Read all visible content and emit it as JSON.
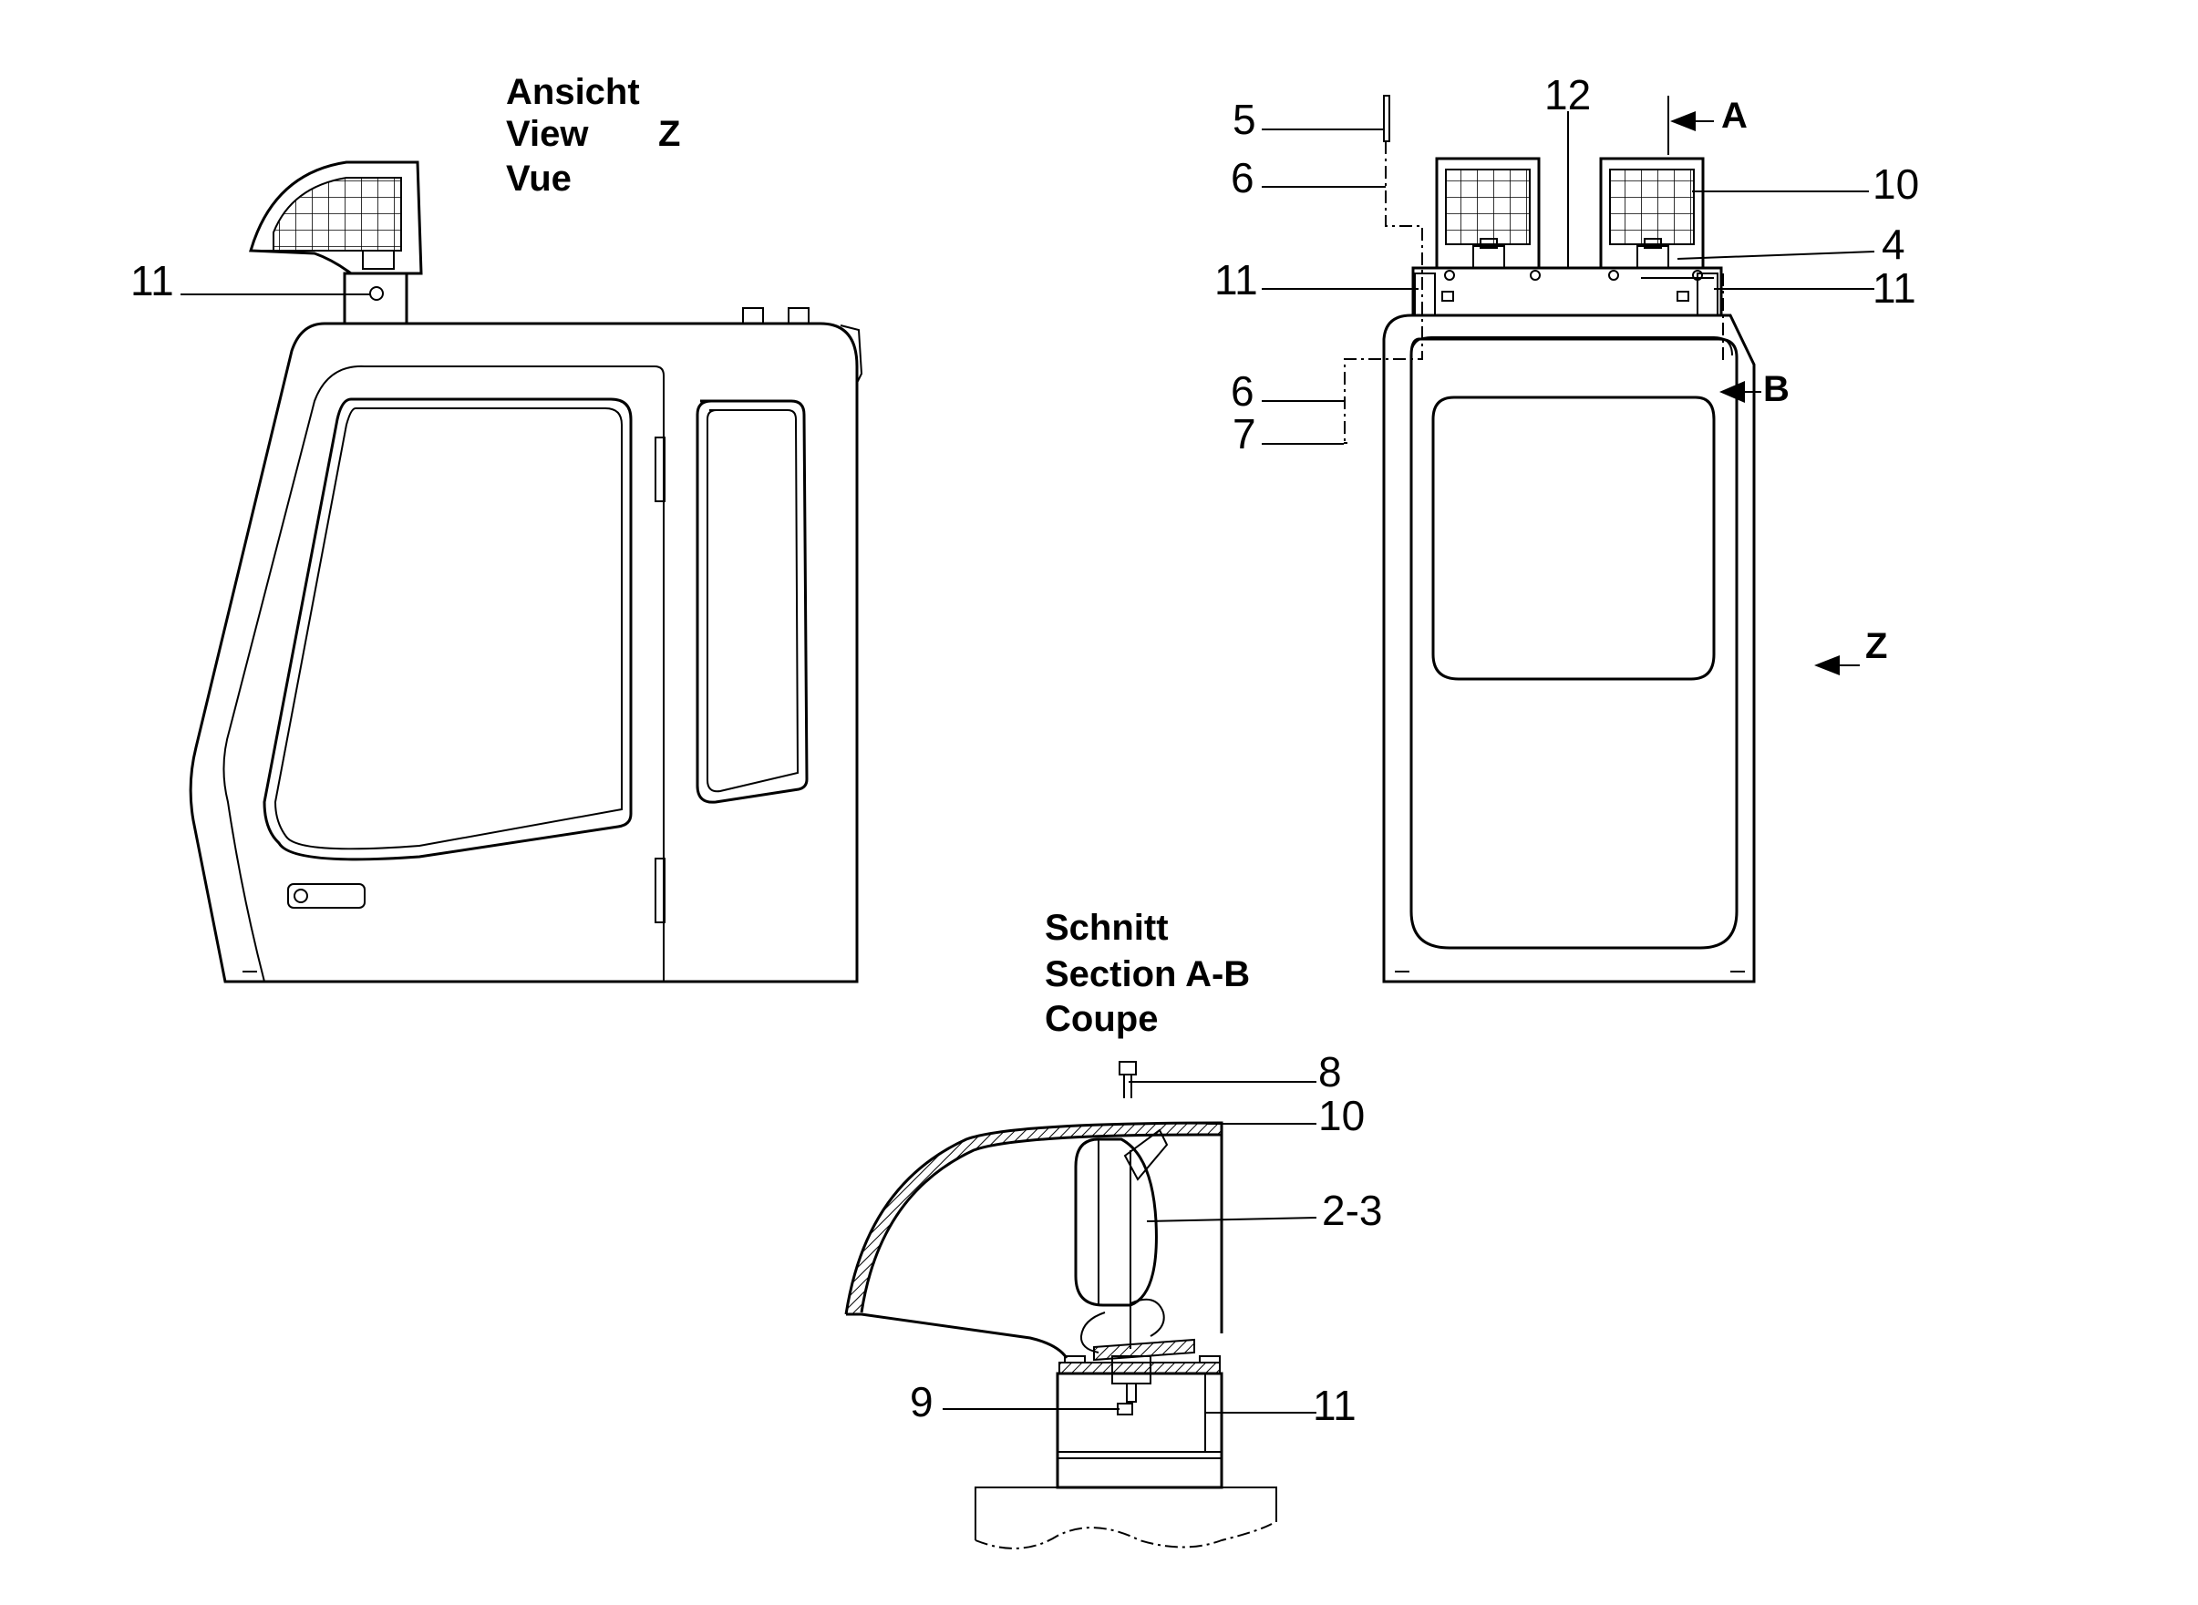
{
  "titles": {
    "view": {
      "line1": "Ansicht",
      "line2": "View",
      "line3": "Vue",
      "letter": "Z"
    },
    "section": {
      "line1": "Schnitt",
      "line2": "Section A-B",
      "line3": "Coupe"
    }
  },
  "side_view": {
    "callouts": {
      "c11": "11"
    }
  },
  "front_view": {
    "callouts": {
      "c5": "5",
      "c6a": "6",
      "c11l": "11",
      "c6b": "6",
      "c7": "7",
      "c12": "12",
      "c10": "10",
      "c4": "4",
      "c11r": "11"
    },
    "markers": {
      "a": "A",
      "b": "B",
      "z": "Z"
    }
  },
  "section_view": {
    "callouts": {
      "c8": "8",
      "c10": "10",
      "c23": "2-3",
      "c9": "9",
      "c11": "11"
    }
  }
}
